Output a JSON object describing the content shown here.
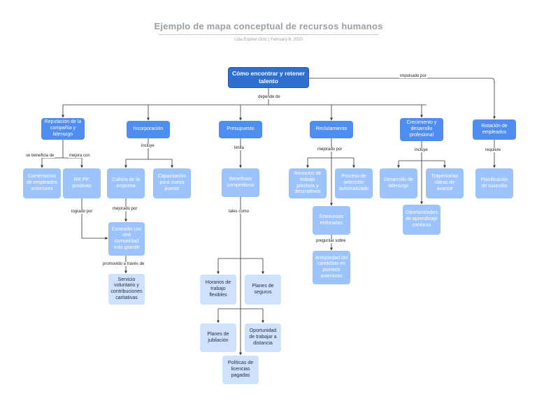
{
  "header": {
    "title": "Ejemplo de mapa conceptual de recursos humanos",
    "subtitle": "Lida Espinel Ortiz  |  February 6, 2020"
  },
  "nodes": {
    "root": "Cómo encontrar y retener talento",
    "reputacion": "Reputación de la compañía y liderazgo",
    "incorporacion": "Incorporación",
    "presupuesto": "Presupuesto",
    "reclutamiento": "Reclutamiento",
    "crecimiento": "Crecimiento y desarrollo profesional",
    "rotacion": "Rotación de empleados",
    "comentarios": "Comentarios de empleados anteriores",
    "rrpp": "RR.PP. positivas",
    "cultura": "Cultura de la empresa",
    "capacitacion": "Capacitación para nuevo puesto",
    "beneficios": "Beneficios competitivos",
    "anuncios": "Anuncios de trabajo precisos y descriptivos",
    "proceso": "Proceso de selección automatizado",
    "desarrollo": "Desarrollo de liderazgo",
    "trayectorias": "Trayectorias claras de avance",
    "planificacion": "Planificación de sucesión",
    "conexion": "Conexión con una comunidad más grande",
    "entrevistas": "Entrevistas enfocadas",
    "oportunidades": "Oportunidades de aprendizaje continuo",
    "servicio": "Servicio voluntario y contribuciones caritativas",
    "antiguedad": "Antigüedad del candidato en puestos anteriores",
    "horarios": "Horarios de trabajo flexibles",
    "planes_seguros": "Planes de seguros",
    "planes_jubilacion": "Planes de jubilación",
    "oportunidad_distancia": "Oportunidad de trabajar a distancia",
    "politicas": "Políticas de licencias pagadas"
  },
  "edge_labels": {
    "impulsado_por": "impulsado por",
    "depende_de": "depende de",
    "se_beneficia_de": "se beneficia de",
    "mejora_con": "mejora con",
    "incluye_1": "incluye",
    "limita": "limita",
    "mejorado_por_1": "mejorado por",
    "incluye_2": "incluye",
    "requiere": "requiere",
    "logrado_por": "logrado por",
    "mejorado_por_2": "mejorado por",
    "tales_como": "tales como",
    "preguntar_sobre": "preguntar sobre",
    "promovido_a_traves_de": "promovido a través de"
  },
  "colors": {
    "root": "#2f6fd0",
    "primary": "#4f8ef0",
    "secondary": "#9cc3fb",
    "tertiary": "#cfe1fd",
    "line": "#333333"
  }
}
